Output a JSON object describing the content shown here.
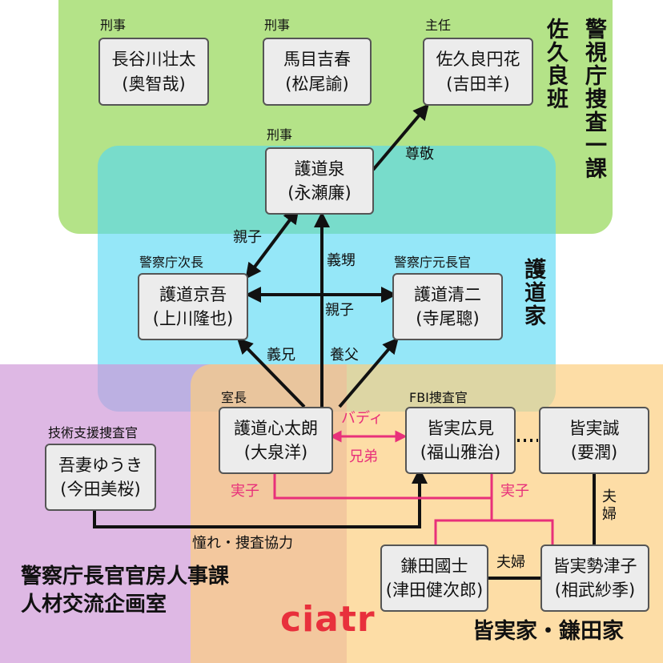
{
  "groups": {
    "police_hq": "警視庁捜査一課",
    "sakura_team": "佐久良班",
    "godo_family": "護道家",
    "hr_office_line1": "警察庁長官官房人事課",
    "hr_office_line2": "人材交流企画室",
    "minami_kamata_family": "皆実家・鎌田家"
  },
  "nodes": {
    "hasegawa": {
      "role": "刑事",
      "name": "長谷川壮太",
      "actor": "(奥智哉)"
    },
    "mame": {
      "role": "刑事",
      "name": "馬目吉春",
      "actor": "(松尾諭)"
    },
    "sakura": {
      "role": "主任",
      "name": "佐久良円花",
      "actor": "(吉田羊)"
    },
    "izumi": {
      "role": "刑事",
      "name": "護道泉",
      "actor": "(永瀬廉)"
    },
    "kyogo": {
      "role": "警察庁次長",
      "name": "護道京吾",
      "actor": "(上川隆也)"
    },
    "seiji": {
      "role": "警察庁元長官",
      "name": "護道清二",
      "actor": "(寺尾聰)"
    },
    "shintaro": {
      "role": "室長",
      "name": "護道心太朗",
      "actor": "(大泉洋)"
    },
    "hiromi": {
      "role": "FBI捜査官",
      "name": "皆実広見",
      "actor": "(福山雅治)"
    },
    "makoto": {
      "role": "",
      "name": "皆実誠",
      "actor": "(要潤)"
    },
    "azuma": {
      "role": "技術支援捜査官",
      "name": "吾妻ゆうき",
      "actor": "(今田美桜)"
    },
    "kamata": {
      "role": "",
      "name": "鎌田國士",
      "actor": "(津田健次郎)"
    },
    "setsuko": {
      "role": "",
      "name": "皆実勢津子",
      "actor": "(相武紗季)"
    }
  },
  "edges": {
    "respect": "尊敬",
    "parent_child_left": "親子",
    "in_law_nephew": "義甥",
    "parent_child_mid": "親子",
    "elder_brother_in_law": "義兄",
    "adoptive_father": "養父",
    "buddy": "バディ",
    "brothers": "兄弟",
    "biological_child_left": "実子",
    "biological_child_right": "実子",
    "couple_right": "夫婦",
    "couple_bottom": "夫婦",
    "admiration": "憧れ・捜査協力"
  },
  "logo_text": "ciatr",
  "colors": {
    "police_green": "#b4e388",
    "godo_blue": "#7fe3f7",
    "purple": "#e6b8e6",
    "orange": "#fcdca4",
    "pink_line": "#e8307a",
    "logo_red": "#e8303c"
  }
}
